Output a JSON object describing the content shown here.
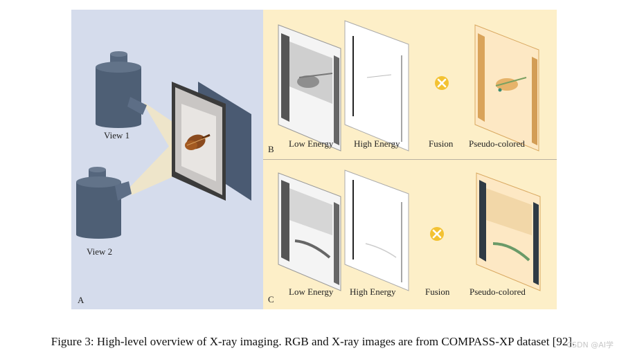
{
  "figure": {
    "caption": "Figure 3: High-level overview of X-ray imaging. RGB and X-ray images are from COMPASS-XP dataset [92].",
    "watermark": "CSDN @AI学",
    "panel_a": {
      "letter": "A",
      "view1_label": "View 1",
      "view2_label": "View 2"
    },
    "panel_b": {
      "letter": "B",
      "labels": [
        "Low Energy",
        "High Energy",
        "Fusion",
        "Pseudo-colored"
      ]
    },
    "panel_c": {
      "letter": "C",
      "labels": [
        "Low Energy",
        "High Energy",
        "Fusion",
        "Pseudo-colored"
      ]
    },
    "colors": {
      "panel_a_bg": "#d5dcec",
      "panel_bc_bg": "#fdefc8",
      "camera": "#4e5f75",
      "fusion_icon": "#f3c233"
    },
    "icons": [
      "camera-icon",
      "detector-plate",
      "violin-image",
      "fusion-icon"
    ]
  }
}
